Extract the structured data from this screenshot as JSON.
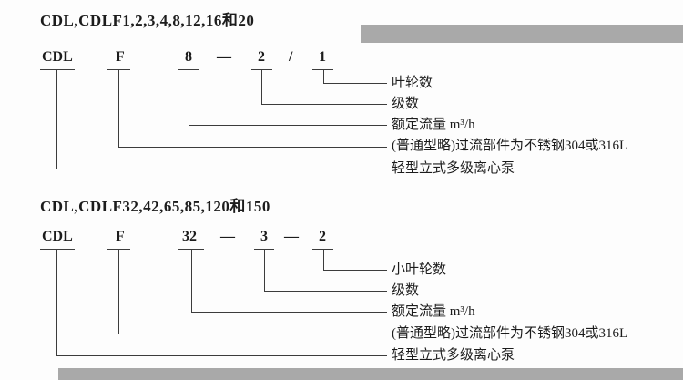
{
  "colors": {
    "background": "#fdfdfd",
    "scan_bar": "#a9a9a9",
    "line": "#3c3c3c",
    "text": "#1c1c1c"
  },
  "sections": [
    {
      "title": "CDL,CDLF1,2,3,4,8,12,16和20",
      "code_parts": [
        "CDL",
        "F",
        "8",
        "—",
        "2",
        "/",
        "1"
      ],
      "labels": [
        "叶轮数",
        "级数",
        "额定流量 m³/h",
        "(普通型略)过流部件为不锈钢304或316L",
        "轻型立式多级离心泵"
      ]
    },
    {
      "title": "CDL,CDLF32,42,65,85,120和150",
      "code_parts": [
        "CDL",
        "F",
        "32",
        "—",
        "3",
        "—",
        "2"
      ],
      "labels": [
        "小叶轮数",
        "级数",
        "额定流量 m³/h",
        "(普通型略)过流部件为不锈钢304或316L",
        "轻型立式多级离心泵"
      ]
    }
  ]
}
